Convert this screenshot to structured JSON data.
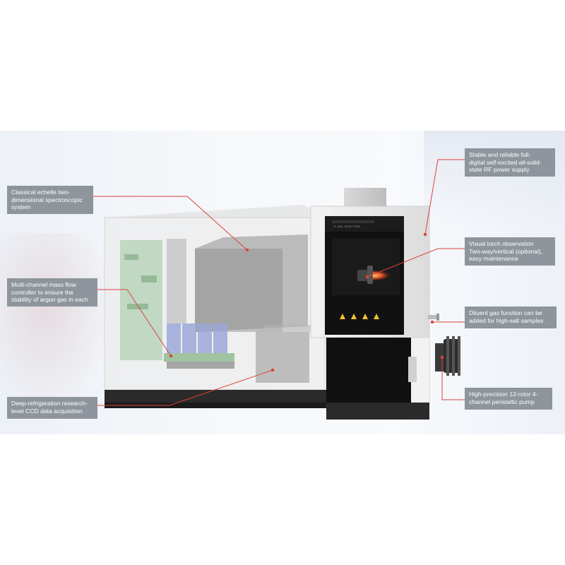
{
  "panel": {
    "display_texts": [
      "CL-2025",
      "READY",
      "RUN"
    ]
  },
  "colors": {
    "callout_box": "#8e959c",
    "leader_line": "#d9433b",
    "endpoint_dot": "#d9433b",
    "base": "#2a2a2a",
    "door": "#111111"
  },
  "callouts": [
    {
      "id": "echelle",
      "text": "Classical echelle two-\ndimensional spectroscopic\nsystem"
    },
    {
      "id": "mass-flow",
      "text": "Multi-channel mass flow\ncontroller to ensure the\nstability of argon gas in each"
    },
    {
      "id": "ccd",
      "text": "Deep-refrigeration research-\nlevel CCD data acquisition"
    },
    {
      "id": "rf-power",
      "text": "Stable and reliable full-\ndigital self-excited all-solid-\nstate RF power supply"
    },
    {
      "id": "torch",
      "text": "Visual torch observation\nTwo-way/vertical (optional),\neasy maintenance"
    },
    {
      "id": "diluent",
      "text": "Diluent gas function can be\nadded for high-salt samples"
    },
    {
      "id": "pump",
      "text": "High-precision 12-rotor 4-\nchannel peristaltic pump"
    }
  ]
}
